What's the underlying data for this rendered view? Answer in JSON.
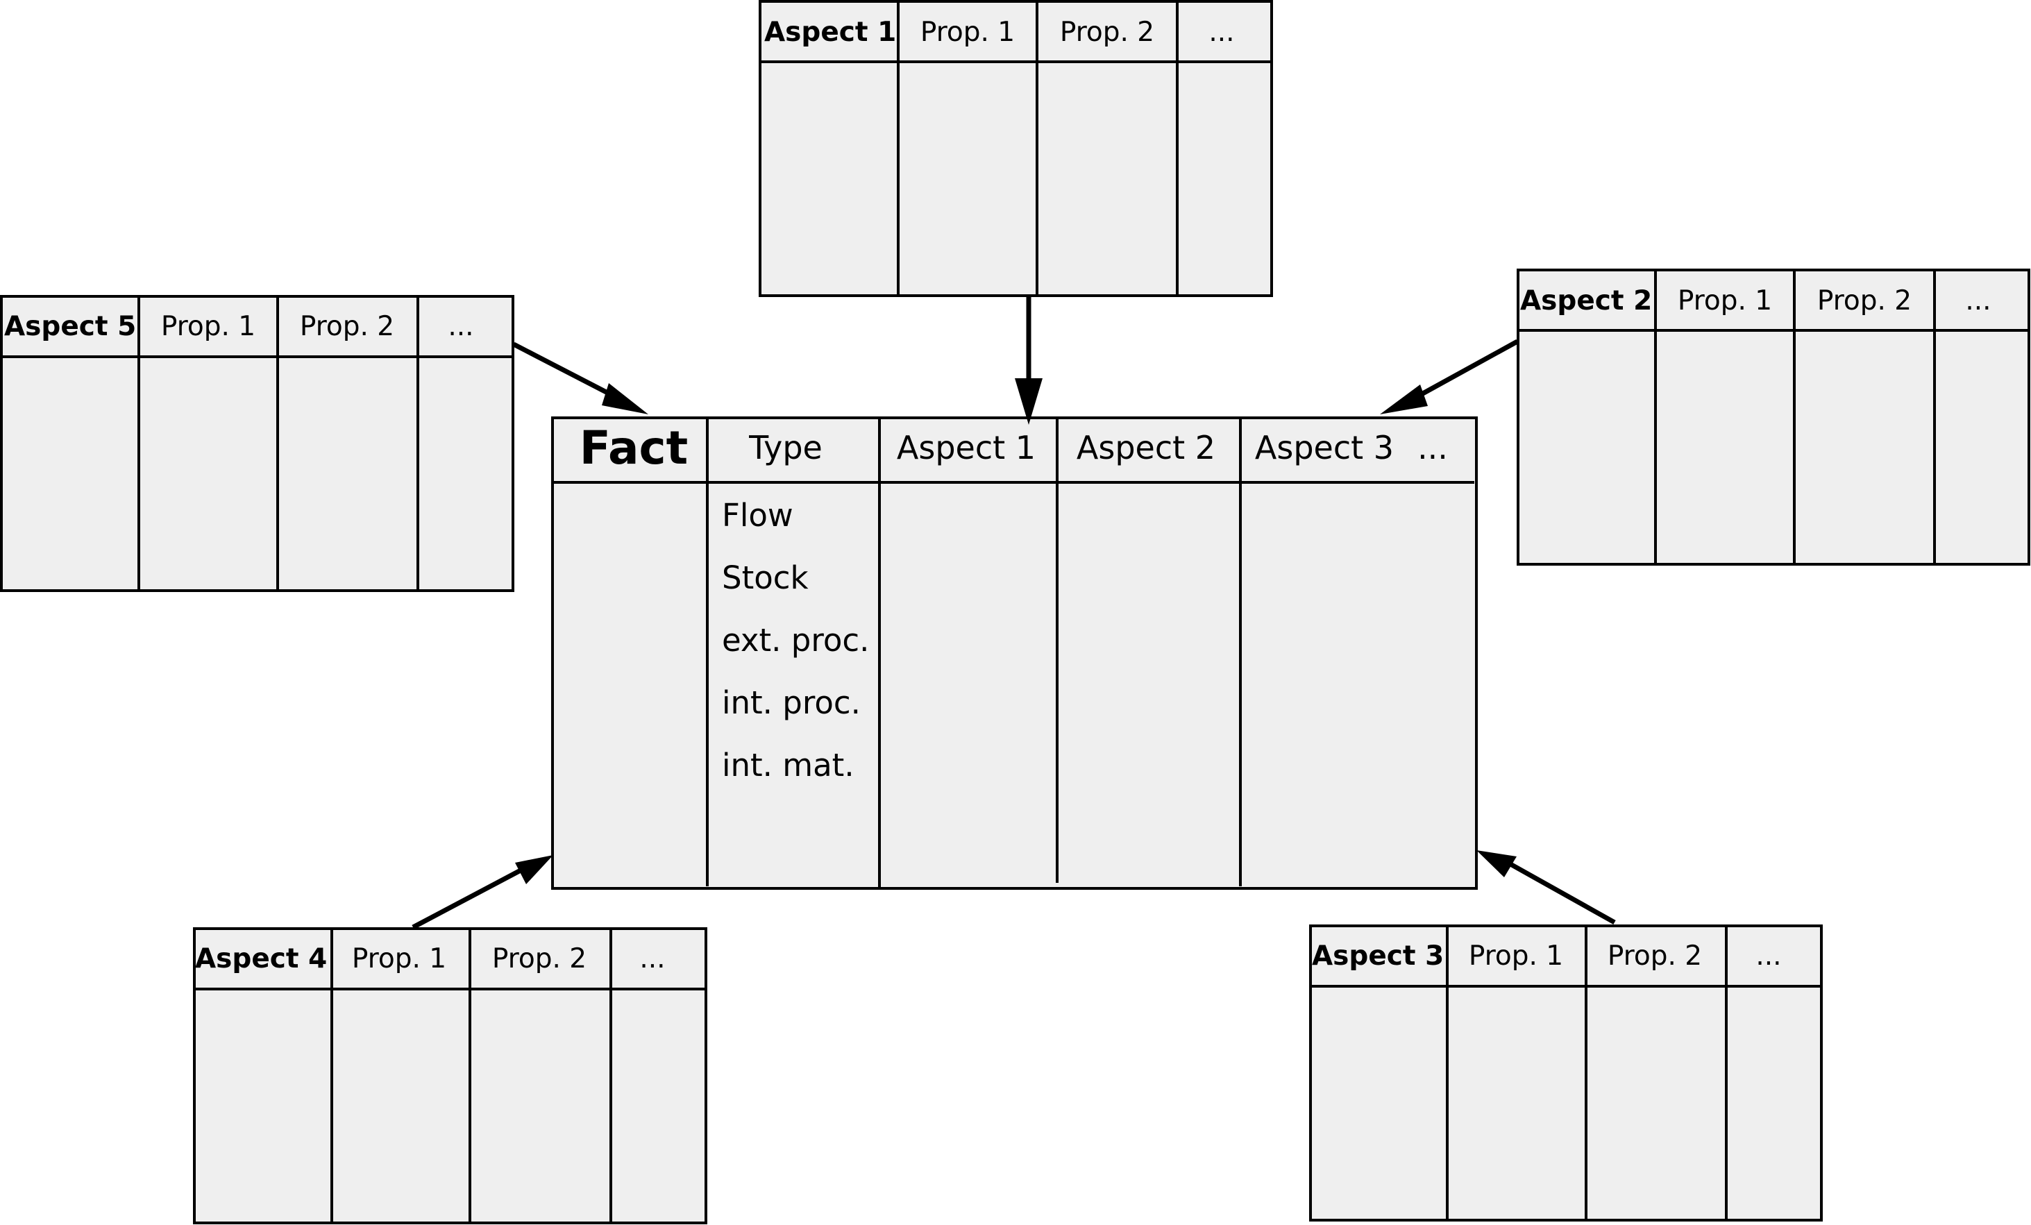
{
  "fact_table": {
    "title": "Fact",
    "columns": [
      "Type",
      "Aspect 1",
      "Aspect 2",
      "Aspect 3",
      "..."
    ],
    "type_values": [
      "Flow",
      "Stock",
      "ext. proc.",
      "int. proc.",
      "int. mat."
    ]
  },
  "dimension_tables": [
    {
      "id": "aspect-1",
      "title": "Aspect 1",
      "columns": [
        "Prop. 1",
        "Prop. 2",
        "..."
      ]
    },
    {
      "id": "aspect-2",
      "title": "Aspect 2",
      "columns": [
        "Prop. 1",
        "Prop. 2",
        "..."
      ]
    },
    {
      "id": "aspect-3",
      "title": "Aspect 3",
      "columns": [
        "Prop. 1",
        "Prop. 2",
        "..."
      ]
    },
    {
      "id": "aspect-4",
      "title": "Aspect 4",
      "columns": [
        "Prop. 1",
        "Prop. 2",
        "..."
      ]
    },
    {
      "id": "aspect-5",
      "title": "Aspect 5",
      "columns": [
        "Prop. 1",
        "Prop. 2",
        "..."
      ]
    }
  ],
  "relations": [
    {
      "from": "aspect-1",
      "to": "fact"
    },
    {
      "from": "aspect-2",
      "to": "fact"
    },
    {
      "from": "aspect-3",
      "to": "fact"
    },
    {
      "from": "aspect-4",
      "to": "fact"
    },
    {
      "from": "aspect-5",
      "to": "fact"
    }
  ],
  "colors": {
    "cell_fill": "#efefef",
    "line": "#000000",
    "background": "#ffffff"
  }
}
